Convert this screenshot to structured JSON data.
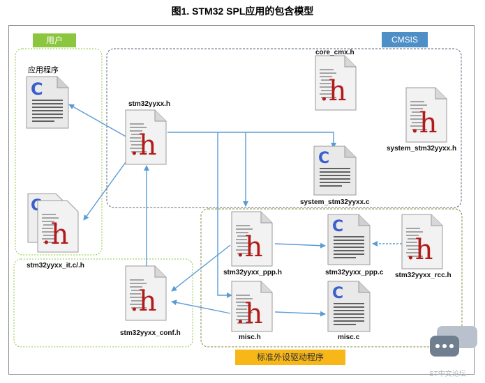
{
  "title": "图1. STM32 SPL应用的包含模型",
  "groups": {
    "user": "用户",
    "cmsis": "CMSIS",
    "std_driver": "标准外设驱动程序",
    "app": "应用程序"
  },
  "files": {
    "core_cmx_h": "core_cmx.h",
    "stm32yyxx_h": "stm32yyxx.h",
    "system_stm32yyxx_h": "system_stm32yyxx.h",
    "system_stm32yyxx_c": "system_stm32yyxx.c",
    "stm32yyxx_it": "stm32yyxx_it.c/.h",
    "stm32yyxx_ppp_h": "stm32yyxx_ppp.h",
    "stm32yyxx_ppp_c": "stm32yyxx_ppp.c",
    "stm32yyxx_rcc_h": "stm32yyxx_rcc.h",
    "stm32yyxx_conf_h": "stm32yyxx_conf.h",
    "misc_h": "misc.h",
    "misc_c": "misc.c"
  },
  "icon_glyphs": {
    "c": "C",
    "h": ".h"
  },
  "colors": {
    "arrow": "#5b9bd5",
    "user_group_border": "#8cc63f",
    "cmsis_group_border": "#5a6478",
    "std_group_border": "#7a8a3a",
    "h_letter": "#b31b1b",
    "c_letter": "#3a5fcd"
  },
  "watermark": "ST中文论坛"
}
